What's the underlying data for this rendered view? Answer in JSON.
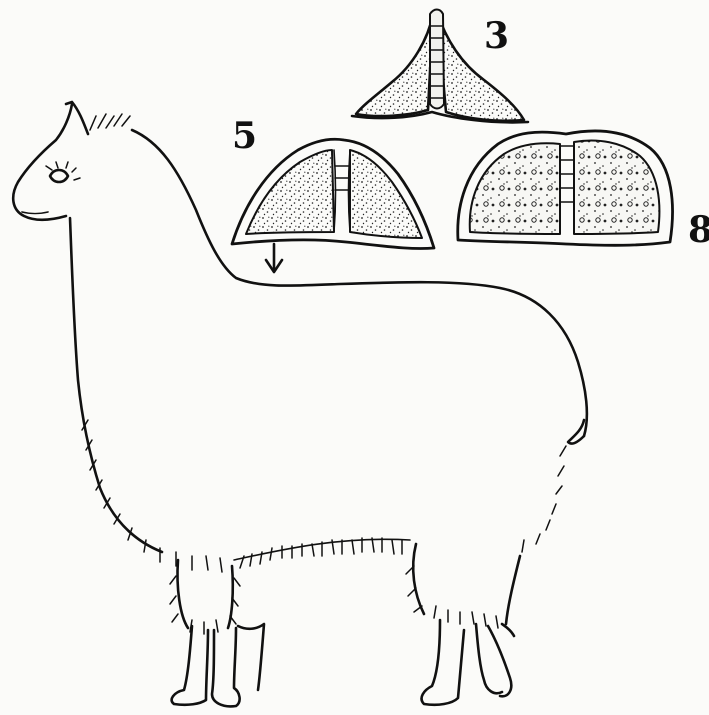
{
  "figure": {
    "labels": {
      "stage_3": "3",
      "stage_5": "5",
      "stage_8": "8"
    },
    "colors": {
      "ink": "#111111",
      "paper": "#fbfbf9"
    }
  }
}
